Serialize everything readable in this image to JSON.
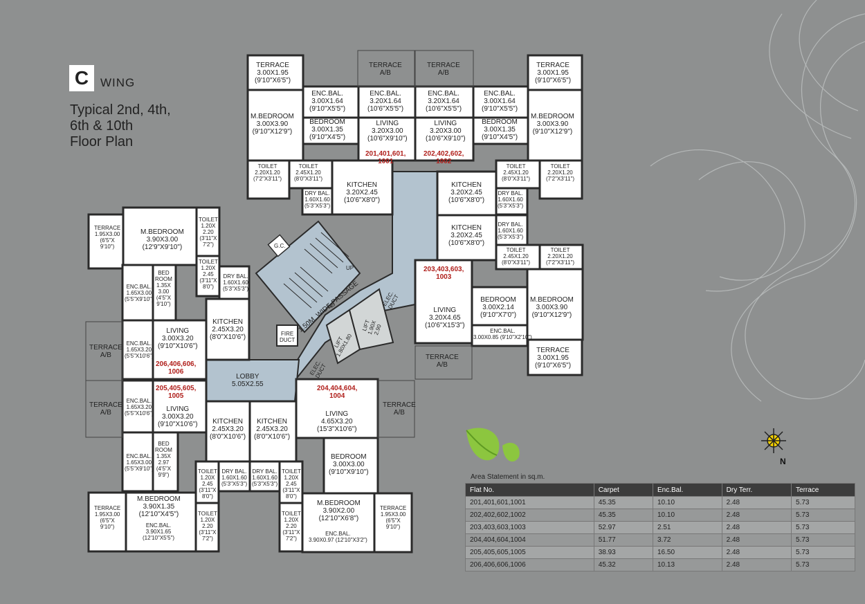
{
  "header": {
    "wing_letter": "C",
    "wing_word": "WING",
    "title_lines": [
      "Typical 2nd, 4th,",
      "6th & 10th",
      "Floor Plan"
    ]
  },
  "rooms": {
    "terrace_tl": "TERRACE\n3.00X1.95\n(9'10\"X6'5\")",
    "terrace_ab_1": "TERRACE\nA/B",
    "terrace_ab_2": "TERRACE\nA/B",
    "terrace_tr": "TERRACE\n3.00X1.95\n(9'10\"X6'5\")",
    "encbal_1": "ENC.BAL.\n3.00X1.64\n(9'10\"X5'5\")",
    "encbal_2": "ENC.BAL.\n3.20X1.64\n(10'6\"X5'5\")",
    "encbal_3": "ENC.BAL.\n3.20X1.64\n(10'6\"X5'5\")",
    "encbal_4": "ENC.BAL.\n3.00X1.64\n(9'10\"X5'5\")",
    "mbed_tl": "M.BEDROOM\n3.00X3.90\n(9'10\"X12'9\")",
    "bed_t1": "BEDROOM\n3.00X1.35\n(9'10\"X4'5\")",
    "living_t1": "LIVING\n3.20X3.00\n(10'6\"X9'10\")",
    "living_t2": "LIVING\n3.20X3.00\n(10'6\"X9'10\")",
    "bed_t2": "BEDROOM\n3.00X1.35\n(9'10\"X4'5\")",
    "mbed_tr": "M.BEDROOM\n3.00X3.90\n(9'10\"X12'9\")",
    "toilet_t1": "TOILET\n2.20X1.20\n(7'2\"X3'11\")",
    "toilet_t2": "TOILET\n2.45X1.20\n(8'0\"X3'11\")",
    "kitchen_t1": "KITCHEN\n3.20X2.45\n(10'6\"X8'0\")",
    "drybal_t1": "DRY BAL.\n1.60X1.60\n(5'3\"X5'3\")",
    "kitchen_t2": "KITCHEN\n3.20X2.45\n(10'6\"X8'0\")",
    "drybal_t2": "DRY BAL.\n1.60X1.60\n(5'3\"X5'3\")",
    "toilet_t3": "TOILET\n2.45X1.20\n(8'0\"X3'11\")",
    "toilet_t4": "TOILET\n2.20X1.20\n(7'2\"X3'11\")",
    "kitchen_r": "KITCHEN\n3.20X2.45\n(10'6\"X8'0\")",
    "drybal_r": "DRY BAL.\n1.60X1.60\n(5'3\"X5'3\")",
    "toilet_r1": "TOILET\n2.45X1.20\n(8'0\"X3'11\")",
    "toilet_r2": "TOILET\n2.20X1.20\n(7'2\"X3'11\")",
    "living_r": "LIVING\n3.20X4.65\n(10'6\"X15'3\")",
    "bed_r": "BEDROOM\n3.00X2.14\n(9'10\"X7'0\")",
    "mbed_r": "M.BEDROOM\n3.00X3.90\n(9'10\"X12'9\")",
    "encbal_r": "ENC.BAL.\n3.00X0.85 (9'10\"X2'10\")",
    "terrace_r": "TERRACE\n3.00X1.95\n(9'10\"X6'5\")",
    "terrace_ab_r": "TERRACE\nA/B",
    "terrace_l1": "TERRACE\n1.95X3.00\n(6'5\"X\n9'10\")",
    "mbed_l1": "M.BEDROOM\n3.90X3.00\n(12'9\"X9'10\")",
    "toilet_l1": "TOILET\n1.20X\n2.20\n(3'11\"X\n7'2\")",
    "toilet_l2": "TOILET\n1.20X\n2.45\n(3'11\"X\n8'0\")",
    "drybal_l1": "DRY BAL.\n1.60X1.60\n(5'3\"X5'3\")",
    "encbal_l1": "ENC.BAL.\n1.65X3.00\n(5'5\"X9'10\")",
    "bedroom_l1": "BED\nROOM\n1.35X\n3.00\n(4'5\"X\n9'10\")",
    "encbal_l2": "ENC.BAL.\n1.65X3.20\n(5'5\"X10'6\")",
    "living_l1": "LIVING\n3.00X3.20\n(9'10\"X10'6\")",
    "kitchen_l1": "KITCHEN\n2.45X3.20\n(8'0\"X10'6\")",
    "fire_duct": "FIRE\nDUCT",
    "terrace_ab_l1": "TERRACE\nA/B",
    "terrace_ab_l2": "TERRACE\nA/B",
    "lobby": "LOBBY\n5.05X2.55",
    "passage": "1.50M. WIDE PASSAGE",
    "lift1": "LIFT\n1.80X1.80",
    "lift2": "LIFT\n1.90X\n2.90",
    "elec_duct1": "ELEC.\nDUCT",
    "elec_duct2": "ELEC.\nDUCT",
    "gc": "G.C.",
    "up1": "UP",
    "up2": "UP",
    "encbal_l3": "ENC.BAL.\n1.65X3.20\n(5'5\"X10'6\")",
    "living_l2": "LIVING\n3.00X3.20\n(9'10\"X10'6\")",
    "kitchen_b1": "KITCHEN\n2.45X3.20\n(8'0\"X10'6\")",
    "kitchen_b2": "KITCHEN\n2.45X3.20\n(8'0\"X10'6\")",
    "living_b": "LIVING\n4.65X3.20\n(15'3\"X10'6\")",
    "terrace_ab_b": "TERRACE\nA/B",
    "encbal_l4": "ENC.BAL.\n1.65X3.00\n(5'5\"X9'10\")",
    "bedroom_l2": "BED\nROOM\n1.35X\n2.97\n(4'5\"X\n9'9\")",
    "bedroom_b": "BEDROOM\n3.00X3.00\n(9'10\"X9'10\")",
    "toilet_b1": "TOILET\n1.20X\n2.45\n(3'11\"X\n8'0\")",
    "drybal_b1": "DRY BAL.\n1.60X1.60\n(5'3\"X5'3\")",
    "drybal_b2": "DRY BAL.\n1.60X1.60\n(5'3\"X5'3\")",
    "toilet_b2": "TOILET\n1.20X\n2.45\n(3'11\"X\n8'0\")",
    "terrace_bl": "TERRACE\n1.95X3.00\n(6'5\"X\n9'10\")",
    "mbed_bl": "M.BEDROOM\n3.90X1.35\n(12'10\"X4'5\")",
    "encbal_bl": "ENC.BAL.\n3.90X1.65\n(12'10\"X5'5\")",
    "toilet_b3": "TOILET\n1.20X\n2.20\n(3'11\"X\n7'2\")",
    "toilet_b4": "TOILET\n1.20X\n2.20\n(3'11\"X\n7'2\")",
    "mbed_b": "M.BEDROOM\n3.90X2.00\n(12'10\"X6'8\")",
    "encbal_b": "ENC.BAL.\n3.90X0.97 (12'10\"X3'2\")",
    "terrace_br": "TERRACE\n1.95X3.00\n(6'5\"X\n9'10\")"
  },
  "flat_numbers": {
    "f1001": "201,401,601,\n1001",
    "f1002": "202,402,602,\n1002",
    "f1003": "203,403,603,\n1003",
    "f1006": "206,406,606,\n1006",
    "f1005": "205,405,605,\n1005",
    "f1004": "204,404,604,\n1004"
  },
  "compass": {
    "label": "N"
  },
  "area_statement": {
    "caption": "Area Statement in sq.m.",
    "headers": [
      "Flat No.",
      "Carpet",
      "Enc.Bal.",
      "Dry Terr.",
      "Terrace"
    ],
    "rows": [
      [
        "201,401,601,1001",
        "45.35",
        "10.10",
        "2.48",
        "5.73"
      ],
      [
        "202,402,602,1002",
        "45.35",
        "10.10",
        "2.48",
        "5.73"
      ],
      [
        "203,403,603,1003",
        "52.97",
        "2.51",
        "2.48",
        "5.73"
      ],
      [
        "204,404,604,1004",
        "51.77",
        "3.72",
        "2.48",
        "5.73"
      ],
      [
        "205,405,605,1005",
        "38.93",
        "16.50",
        "2.48",
        "5.73"
      ],
      [
        "206,406,606,1006",
        "45.32",
        "10.13",
        "2.48",
        "5.73"
      ]
    ]
  },
  "colors": {
    "background": "#8e9090",
    "room_fill": "#ffffff",
    "circulation_fill": "#b3c3cf",
    "flat_number": "#b0201c",
    "table_header": "#3c3c3c",
    "leaf": "#8cc63f"
  }
}
